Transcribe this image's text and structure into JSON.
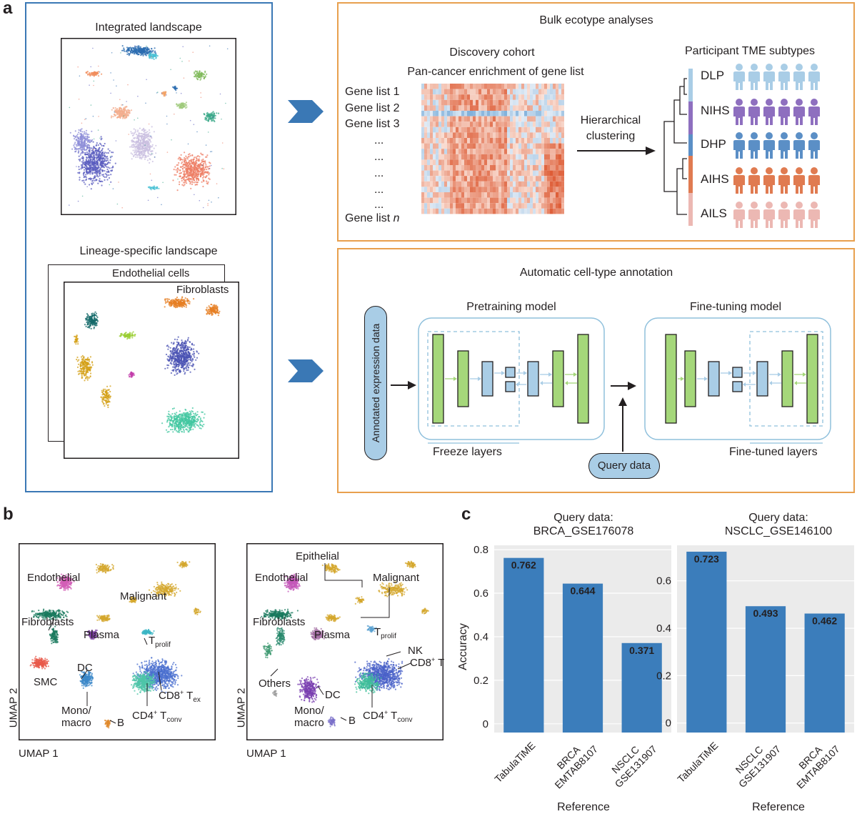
{
  "panel_a": {
    "letter": "a",
    "integrated_title": "Integrated landscape",
    "lineage_title": "Lineage-specific landscape",
    "endothelial_label": "Endothelial cells",
    "fibroblasts_label": "Fibroblasts",
    "bulk": {
      "title": "Bulk ecotype analyses",
      "discovery_title": "Discovery cohort",
      "enrichment_title": "Pan-cancer enrichment of gene list",
      "gene_lists": [
        "Gene list 1",
        "Gene list 2",
        "Gene list 3",
        "...",
        "...",
        "...",
        "...",
        "...",
        "Gene list"
      ],
      "gene_list_n_suffix": "n",
      "clustering_label_1": "Hierarchical",
      "clustering_label_2": "clustering",
      "subtypes_title": "Participant TME subtypes",
      "subtypes": [
        {
          "name": "DLP",
          "color": "#a9cde6"
        },
        {
          "name": "NIHS",
          "color": "#8e6fbf"
        },
        {
          "name": "DHP",
          "color": "#5b8fc6"
        },
        {
          "name": "AIHS",
          "color": "#e07b51"
        },
        {
          "name": "AILS",
          "color": "#ecb8b3"
        }
      ]
    },
    "annotation": {
      "title": "Automatic cell-type annotation",
      "input_label": "Annotated expression data",
      "pretraining_title": "Pretraining model",
      "finetuning_title": "Fine-tuning model",
      "freeze_label": "Freeze layers",
      "finetuned_label": "Fine-tuned layers",
      "query_label": "Query data"
    }
  },
  "panel_b": {
    "letter": "b",
    "left_labels": {
      "endothelial": "Endothelial",
      "malignant": "Malignant",
      "fibroblasts": "Fibroblasts",
      "plasma": "Plasma",
      "t_prolif_main": "T",
      "t_prolif_sub": "prolif",
      "smc": "SMC",
      "dc": "DC",
      "cd8_main": "CD8",
      "cd8_sup": "+",
      "cd8_t": " T",
      "cd8_sub": "ex",
      "cd4_main": "CD4",
      "cd4_sup": "+",
      "cd4_t": " T",
      "cd4_sub": "conv",
      "mono": "Mono/",
      "macro": "macro",
      "b": "B"
    },
    "right_labels": {
      "epithelial": "Epithelial",
      "endothelial": "Endothelial",
      "malignant": "Malignant",
      "fibroblasts": "Fibroblasts",
      "plasma": "Plasma",
      "t_prolif_main": "T",
      "t_prolif_sub": "prolif",
      "nk": "NK",
      "cd8_main": "CD8",
      "cd8_sup": "+",
      "cd8_t": " T",
      "others": "Others",
      "dc": "DC",
      "mono": "Mono/",
      "macro": "macro",
      "b": "B",
      "cd4_main": "CD4",
      "cd4_sup": "+",
      "cd4_t": " T",
      "cd4_sub": "conv"
    },
    "xlabel": "UMAP 1",
    "ylabel": "UMAP 2"
  },
  "panel_c": {
    "letter": "c",
    "xlabel": "Reference",
    "bar_color": "#3b7dbb",
    "charts": [
      {
        "title_1": "Query data:",
        "title_2": "BRCA_GSE176078",
        "ylabel": "Accuracy",
        "chart_type": "bar",
        "categories": [
          [
            "TabulaTiME"
          ],
          [
            "BRCA",
            "EMTAB8107"
          ],
          [
            "NSCLC",
            "GSE131907"
          ]
        ],
        "values": [
          0.762,
          0.644,
          0.371
        ],
        "value_labels": [
          "0.762",
          "0.644",
          "0.371"
        ],
        "yticks": [
          "0",
          "0.2",
          "0.4",
          "0.6",
          "0.8"
        ],
        "ytick_values": [
          0,
          0.2,
          0.4,
          0.6,
          0.8
        ],
        "ylim": [
          -0.04,
          0.82
        ]
      },
      {
        "title_1": "Query data:",
        "title_2": "NSCLC_GSE146100",
        "ylabel": "",
        "chart_type": "bar",
        "categories": [
          [
            "TabulaTiME"
          ],
          [
            "NSCLC",
            "GSE131907"
          ],
          [
            "BRCA",
            "EMTAB8107"
          ]
        ],
        "values": [
          0.723,
          0.493,
          0.462
        ],
        "value_labels": [
          "0.723",
          "0.493",
          "0.462"
        ],
        "yticks": [
          "0",
          "0.2",
          "0.4",
          "0.6"
        ],
        "ytick_values": [
          0,
          0.2,
          0.4,
          0.6
        ],
        "ylim": [
          -0.04,
          0.75
        ]
      }
    ]
  }
}
